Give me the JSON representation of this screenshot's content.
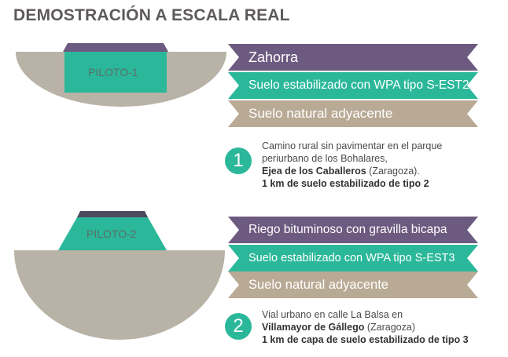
{
  "title": "DEMOSTRACIÓN A ESCALA REAL",
  "colors": {
    "purple": "#6d5a80",
    "teal": "#2bb89a",
    "beige": "#b9aa95",
    "ground": "#b9b2a6",
    "accent_number": "#2bb89a"
  },
  "pilots": [
    {
      "label": "PILOTO-1",
      "layers": [
        "Zahorra",
        "Suelo estabilizado con WPA tipo S-EST2",
        "Suelo natural adyacente"
      ],
      "number": "1",
      "desc_line1": "Camino rural sin pavimentar en el parque",
      "desc_line2": "periurbano de los Bohalares,",
      "desc_place_bold": "Ejea de los Caballeros",
      "desc_place_rest": " (Zaragoza).",
      "desc_summary": "1 km de suelo estabilizado de tipo 2"
    },
    {
      "label": "PILOTO-2",
      "layers": [
        "Riego bituminoso con gravilla bicapa",
        "Suelo estabilizado con WPA tipo S-EST3",
        "Suelo natural adyacente"
      ],
      "number": "2",
      "desc_line1": "Vial urbano en calle La Balsa en",
      "desc_place_bold": "Villamayor de Gállego",
      "desc_place_rest": " (Zaragoza)",
      "desc_summary": "1 km de capa de suelo estabilizado de tipo 3"
    }
  ]
}
